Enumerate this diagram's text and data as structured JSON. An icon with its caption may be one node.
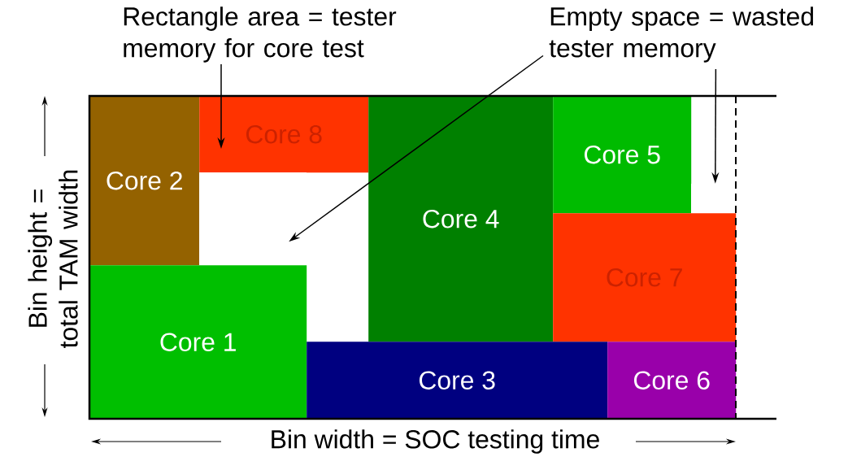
{
  "diagram": {
    "nodes": [
      {
        "text": [
          "Core 2"
        ]
      },
      {
        "text": [
          "Core 8"
        ]
      },
      {
        "text": [
          "Core 4"
        ]
      },
      {
        "text": [
          "Core 5"
        ]
      },
      {
        "text": [
          "Core 7"
        ]
      },
      {
        "text": [
          "Core 1"
        ]
      },
      {
        "text": [
          "Core 3"
        ]
      },
      {
        "text": [
          "Core 6"
        ]
      },
      {
        "text": [
          "Rectangle area = tester memory for core test"
        ]
      },
      {
        "text": [
          "Empty space = wasted tester memory"
        ]
      },
      {
        "text": [],
        "shape": "box"
      },
      {
        "text": [],
        "shape": "box"
      }
    ],
    "edges": [
      {
        "from": 8,
        "to": 1,
        "arrow": "to"
      },
      {
        "from": 9,
        "to": 10,
        "arrow": "to"
      },
      {
        "from": 9,
        "to": 11,
        "arrow": "to"
      }
    ],
    "labels": [
      "Bin height = total TAM width",
      "Bin width = SOC testing time"
    ]
  }
}
